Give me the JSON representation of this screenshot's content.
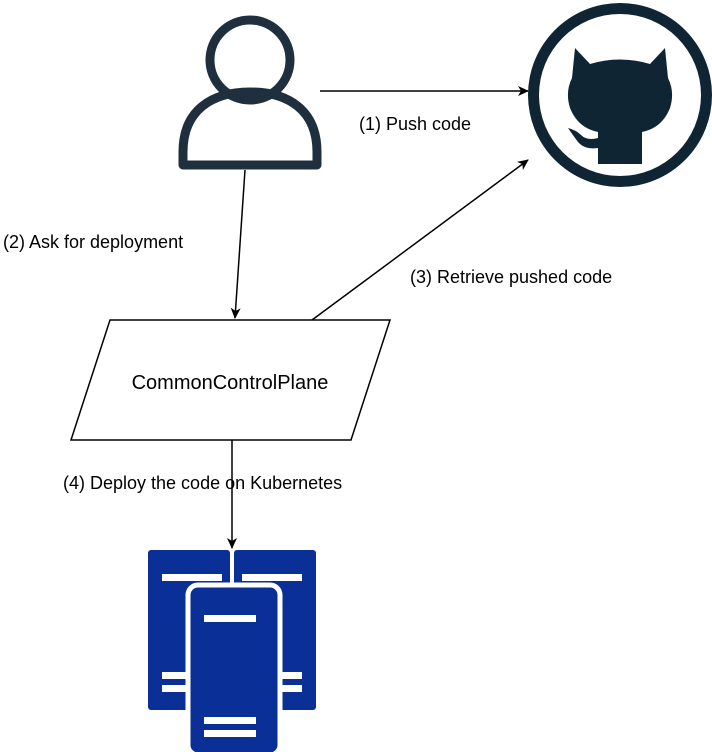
{
  "nodes": {
    "control_plane": {
      "label": "CommonControlPlane"
    },
    "user": {
      "icon": "user-icon"
    },
    "github": {
      "icon": "github-icon"
    },
    "servers": {
      "icon": "server-icon"
    }
  },
  "edges": [
    {
      "id": "push",
      "label": "(1) Push code"
    },
    {
      "id": "ask",
      "label": "(2) Ask for deployment"
    },
    {
      "id": "retrieve",
      "label": "(3) Retrieve pushed code"
    },
    {
      "id": "deploy",
      "label": "(4) Deploy the code on Kubernetes"
    }
  ],
  "colors": {
    "user_stroke": "#1f2f3d",
    "github_dark": "#0f2533",
    "server_blue": "#0a2f96",
    "line": "#000000"
  }
}
